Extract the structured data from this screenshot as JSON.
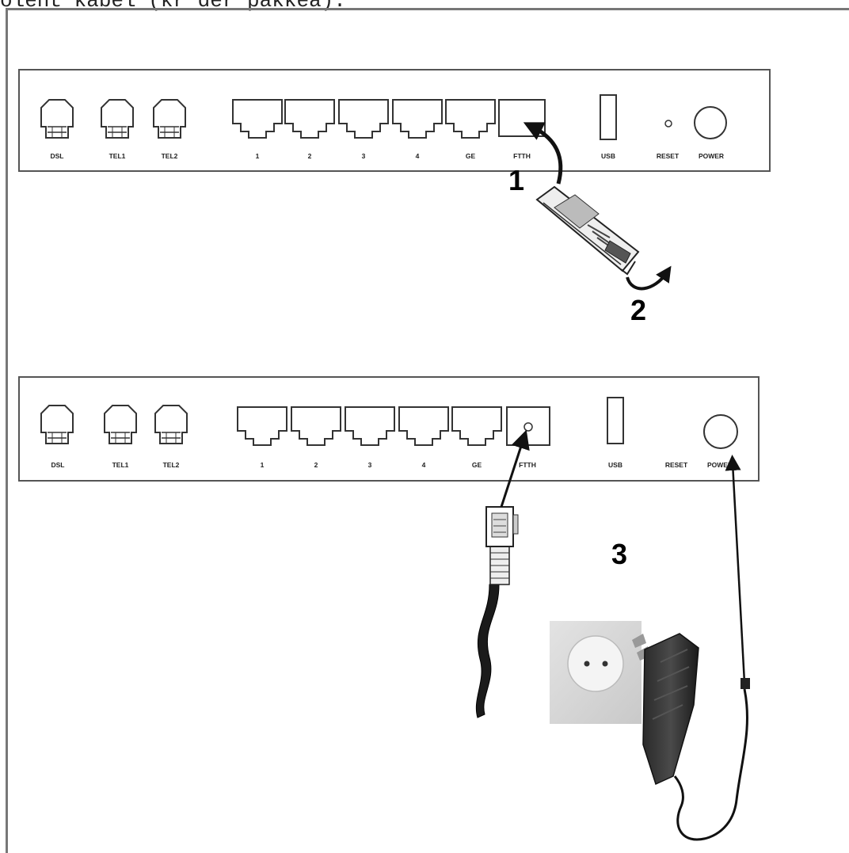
{
  "header": {
    "text": "olent kabel (kr der pakkea)."
  },
  "panels": [
    {
      "ports": {
        "dsl": "DSL",
        "tel1": "TEL1",
        "tel2": "TEL2",
        "lan1": "1",
        "lan2": "2",
        "lan3": "3",
        "lan4": "4",
        "ge": "GE",
        "ftth": "FTTH",
        "usb": "USB",
        "reset": "RESET",
        "power": "POWER"
      }
    },
    {
      "ports": {
        "dsl": "DSL",
        "tel1": "TEL1",
        "tel2": "TEL2",
        "lan1": "1",
        "lan2": "2",
        "lan3": "3",
        "lan4": "4",
        "ge": "GE",
        "ftth": "FTTH",
        "usb": "USB",
        "reset": "RESET",
        "power": "POWER"
      }
    }
  ],
  "steps": {
    "step1": "1",
    "step2": "2",
    "step3": "3"
  }
}
